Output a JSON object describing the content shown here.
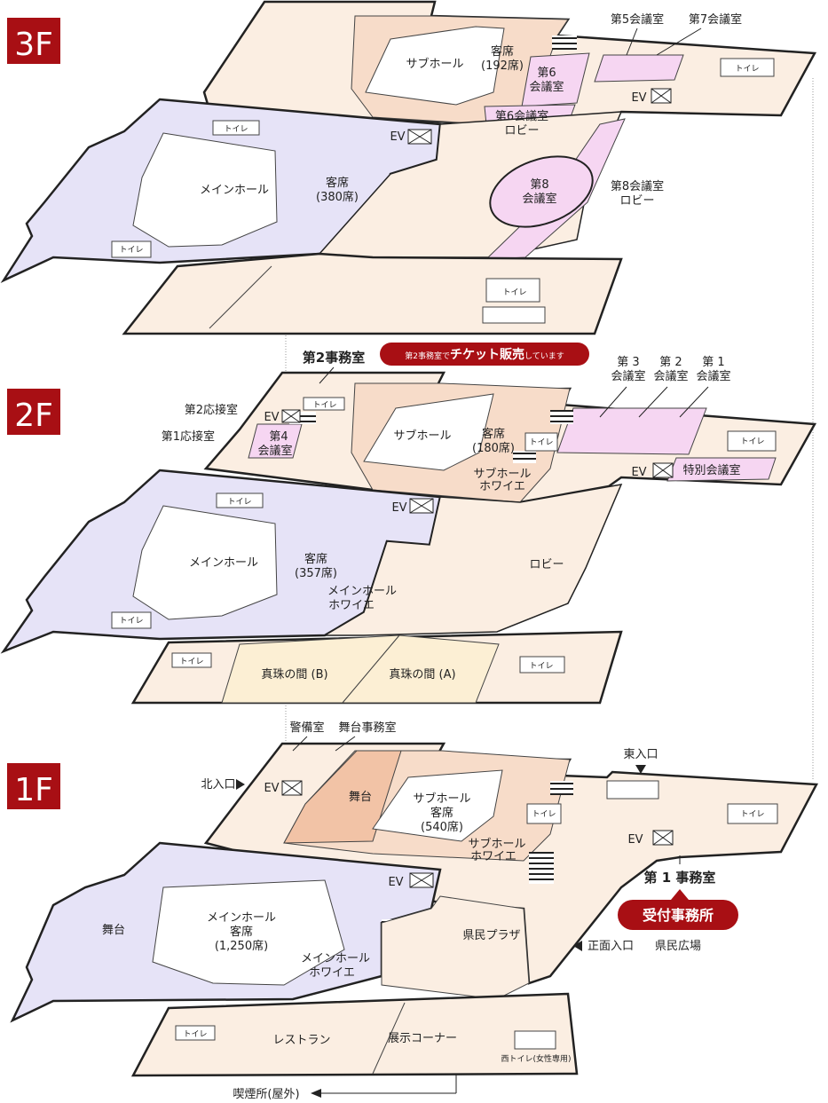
{
  "colors": {
    "beige": "#fbeee2",
    "salmon": "#f7dcc9",
    "lavender": "#e6e3f7",
    "pink": "#f6d6f2",
    "yellow": "#fcefd4",
    "badge": "#a80f14",
    "line": "#222222"
  },
  "floor3": {
    "label": "3F",
    "main_hall": "メインホール",
    "main_seats": "客席",
    "main_seats_count": "(380席)",
    "sub_hall": "サブホール",
    "sub_seats": "客席",
    "sub_seats_count": "(192席)",
    "room6": "第6",
    "room6b": "会議室",
    "room6_lobby": "第6会議室",
    "room6_lobby_b": "ロビー",
    "room8": "第8",
    "room8b": "会議室",
    "room8_lobby": "第8会議室",
    "room8_lobby_b": "ロビー",
    "room5": "第5会議室",
    "room7": "第7会議室",
    "ev": "EV",
    "ev_right": "EV",
    "toilet_a": "トイレ",
    "toilet_b": "トイレ",
    "toilet_c": "トイレ",
    "toilet_d": "トイレ"
  },
  "floor2": {
    "label": "2F",
    "office2": "第2事務室",
    "ticket_prefix": "第2事務室で",
    "ticket_main": "チケット販売",
    "ticket_suffix": "しています",
    "reception2": "第2応接室",
    "reception1": "第1応接室",
    "ev": "EV",
    "ev_right": "EV",
    "ev_main": "EV",
    "room4": "第4",
    "room4b": "会議室",
    "sub_hall": "サブホール",
    "sub_seats": "客席",
    "sub_seats_count": "(180席)",
    "sub_foyer": "サブホール",
    "sub_foyer_b": "ホワイエ",
    "room3": "第 3",
    "room2": "第 2",
    "room1": "第 1",
    "room_suffix3": "会議室",
    "room_suffix2": "会議室",
    "room_suffix1": "会議室",
    "special_room": "特別会議室",
    "main_hall": "メインホール",
    "main_seats": "客席",
    "main_seats_count": "(357席)",
    "main_foyer": "メインホール",
    "main_foyer_b": "ホワイエ",
    "lobby": "ロビー",
    "pearl_b": "真珠の間 (B)",
    "pearl_a": "真珠の間 (A)",
    "toilet_a": "トイレ",
    "toilet_b": "トイレ",
    "toilet_c": "トイレ",
    "toilet_d": "トイレ",
    "toilet_e": "トイレ",
    "toilet_f": "トイレ",
    "toilet_g": "トイレ"
  },
  "floor1": {
    "label": "1F",
    "guard_room": "警備室",
    "stage_office": "舞台事務室",
    "north_entrance": "北入口",
    "east_entrance": "東入口",
    "ev": "EV",
    "ev_main": "EV",
    "ev_right": "EV",
    "sub_stage": "舞台",
    "sub_hall": "サブホール",
    "sub_seats": "客席",
    "sub_seats_count": "(540席)",
    "sub_foyer": "サブホール",
    "sub_foyer_b": "ホワイエ",
    "main_stage": "舞台",
    "main_hall": "メインホール",
    "main_seats": "客席",
    "main_seats_count": "(1,250席)",
    "main_foyer": "メインホール",
    "main_foyer_b": "ホワイエ",
    "plaza": "県民プラザ",
    "office1": "第 1 事務室",
    "reception_badge": "受付事務所",
    "front_entrance": "正面入口",
    "square": "県民広場",
    "restaurant": "レストラン",
    "exhibition": "展示コーナー",
    "west_toilet": "西トイレ(女性専用)",
    "smoking": "喫煙所(屋外)",
    "toilet_a": "トイレ",
    "toilet_b": "トイレ",
    "toilet_c": "トイレ"
  }
}
